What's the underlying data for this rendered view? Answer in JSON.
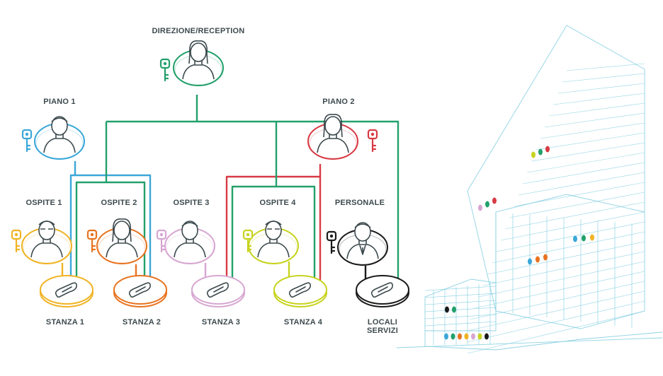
{
  "labels": {
    "reception": "DIREZIONE/RECEPTION",
    "piano1": "PIANO 1",
    "piano2": "PIANO 2",
    "ospite1": "OSPITE 1",
    "ospite2": "OSPITE 2",
    "ospite3": "OSPITE 3",
    "ospite4": "OSPITE 4",
    "personale": "PERSONALE",
    "stanza1": "STANZA 1",
    "stanza2": "STANZA 2",
    "stanza3": "STANZA 3",
    "stanza4": "STANZA 4",
    "locali_line1": "LOCALI",
    "locali_line2": "SERVIZI"
  },
  "colors": {
    "reception": "#22a06b",
    "piano1": "#3aa7d8",
    "piano2": "#d83a44",
    "ospite1": "#f0b323",
    "ospite2": "#e8731f",
    "ospite3": "#d7a6d1",
    "ospite4": "#c7d31e",
    "personale": "#1a1a1a",
    "building": "#7fcde0",
    "text": "#3d4a4e"
  },
  "icons": {
    "person": "person-icon",
    "key": "key-icon",
    "lock": "lock-icon"
  }
}
